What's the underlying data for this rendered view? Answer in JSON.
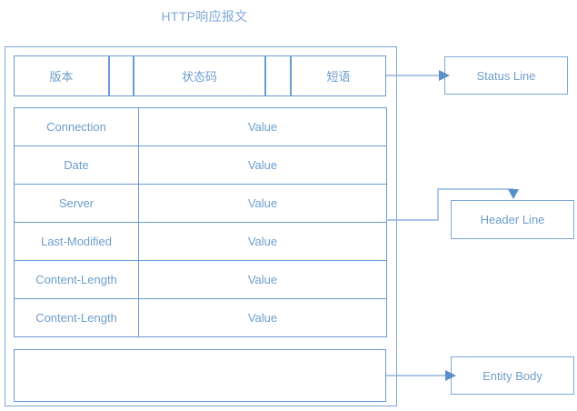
{
  "diagram": {
    "title": "HTTP响应报文",
    "colors": {
      "border": "#6b9bd1",
      "outer_border": "#7ba7d7",
      "text": "#6d9ecb",
      "title": "#7fa8d4",
      "connector": "#8fb4dd",
      "arrow_fill": "#5b8fc9",
      "background": "#ffffff"
    },
    "status_line": {
      "cells": [
        {
          "label": "版本"
        },
        {
          "label": ""
        },
        {
          "label": "状态码"
        },
        {
          "label": ""
        },
        {
          "label": "短语"
        }
      ]
    },
    "header_lines": {
      "rows": [
        {
          "name": "Connection",
          "value": "Value"
        },
        {
          "name": "Date",
          "value": "Value"
        },
        {
          "name": "Server",
          "value": "Value"
        },
        {
          "name": "Last-Modified",
          "value": "Value"
        },
        {
          "name": "Content-Length",
          "value": "Value"
        },
        {
          "name": "Content-Length",
          "value": "Value"
        }
      ]
    },
    "entity_body": {
      "content": ""
    },
    "callouts": [
      {
        "label": "Status Line"
      },
      {
        "label": "Header Line"
      },
      {
        "label": "Entity Body"
      }
    ]
  }
}
